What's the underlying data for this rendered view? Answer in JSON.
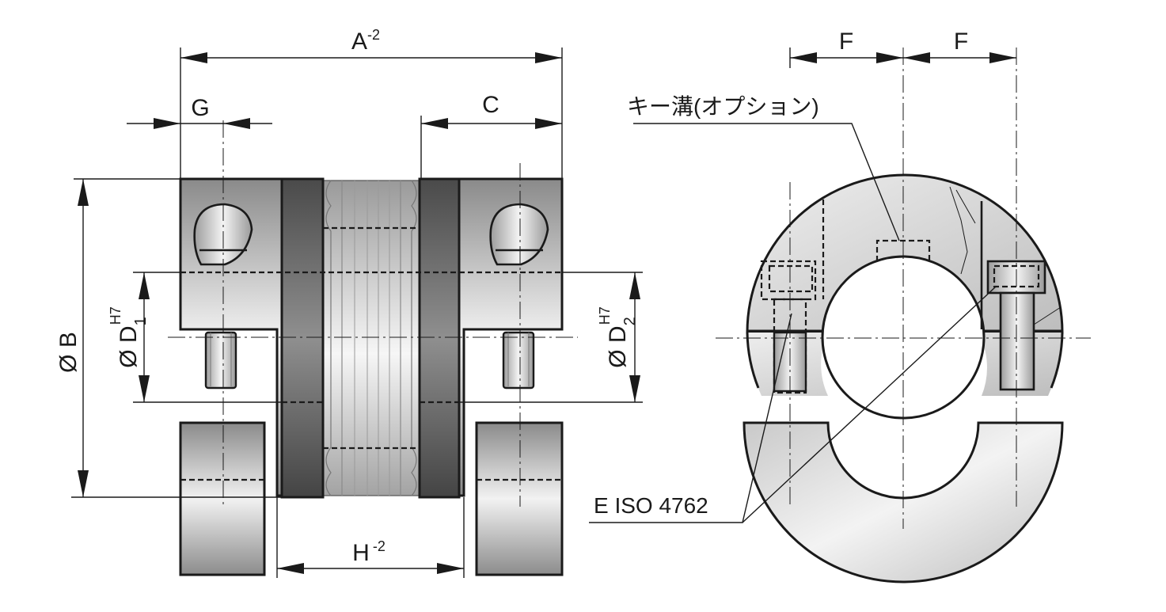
{
  "labels": {
    "A": "A",
    "A_tol": "-2",
    "G": "G",
    "C": "C",
    "H": "H",
    "H_tol": "-2",
    "B": "Ø B",
    "D1": "Ø D",
    "D1_sub": "1",
    "D1_sup": "H7",
    "D2": "Ø D",
    "D2_sub": "2",
    "D2_sup": "H7",
    "F_left": "F",
    "F_right": "F",
    "keyway": "キー溝(オプション)",
    "screw": "E ISO 4762"
  }
}
